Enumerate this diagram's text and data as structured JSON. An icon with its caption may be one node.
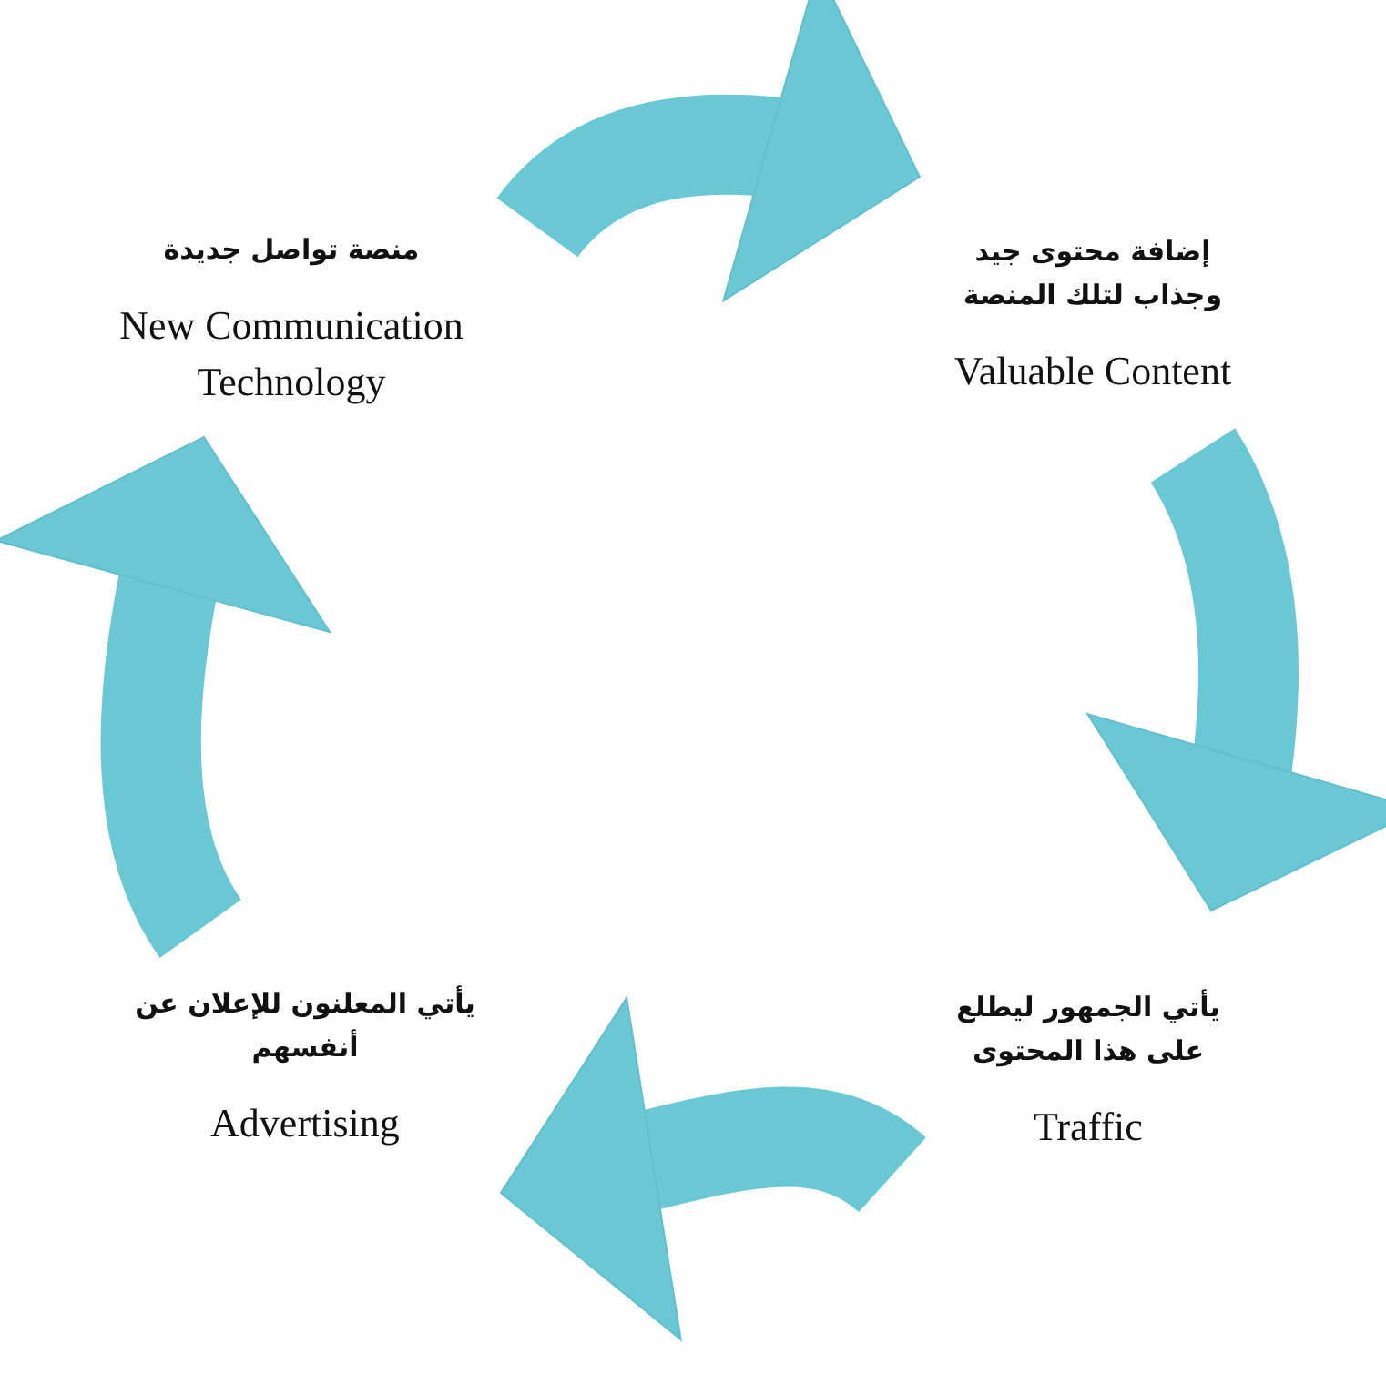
{
  "diagram": {
    "nodes": [
      {
        "text": [
          "منصة تواصل جديدة",
          "New Communication Technology"
        ]
      },
      {
        "text": [
          "إضافة محتوى جيد وجذاب لتلك المنصة",
          "Valuable Content"
        ]
      },
      {
        "text": [
          "يأتي الجمهور ليطلع على هذا المحتوى",
          "Traffic"
        ]
      },
      {
        "text": [
          "يأتي المعلنون للإعلان عن أنفسهم",
          "Advertising"
        ]
      }
    ],
    "edges": [
      {
        "from": 0,
        "to": 1,
        "arrow": "to"
      },
      {
        "from": 1,
        "to": 2,
        "arrow": "to"
      },
      {
        "from": 2,
        "to": 3,
        "arrow": "to"
      },
      {
        "from": 3,
        "to": 0,
        "arrow": "to"
      }
    ]
  }
}
